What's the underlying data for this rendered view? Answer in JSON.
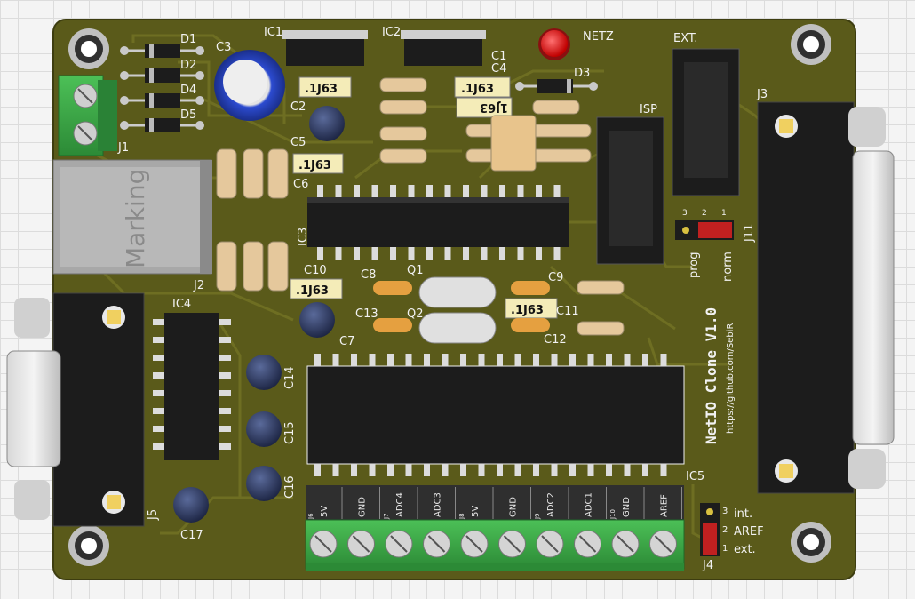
{
  "board": {
    "title": "NetIO Clone V1.0",
    "url": "https://github.com/SebiR",
    "colors": {
      "pcb": "#59591a",
      "pcb_edge": "#3f3f12",
      "trace": "#6b6b22",
      "silk": "#f2f2f2",
      "pad": "#c9c9c9",
      "ic_body": "#1b1b1b",
      "terminal": "#3faa4a",
      "resistor": "#e3c79c",
      "electrolytic": "#303a5a",
      "c3_body": "#2a45c0",
      "led": "#e01010",
      "crystal": "#dcdcdc"
    }
  },
  "designators": {
    "ic1": "IC1",
    "ic2": "IC2",
    "ic3": "IC3",
    "ic4": "IC4",
    "ic5": "IC5",
    "d1": "D1",
    "d2": "D2",
    "d3": "D3",
    "d4": "D4",
    "d5": "D5",
    "c1": "C1",
    "c2": "C2",
    "c3": "C3",
    "c4": "C4",
    "c5": "C5",
    "c6": "C6",
    "c7": "C7",
    "c8": "C8",
    "c9": "C9",
    "c10": "C10",
    "c11": "C11",
    "c12": "C12",
    "c13": "C13",
    "c14": "C14",
    "c15": "C15",
    "c16": "C16",
    "c17": "C17",
    "q1": "Q1",
    "q2": "Q2",
    "j1": "J1",
    "j2": "J2",
    "j3": "J3",
    "j4": "J4",
    "j5": "J5",
    "j11": "J11",
    "netz": "NETZ",
    "ext": "EXT.",
    "isp": "ISP"
  },
  "cap_values": [
    "1J63",
    ".1J63",
    ".1J63",
    ".1J63",
    ".1J63",
    ".1J63"
  ],
  "rj45_label": "Marking",
  "jumper_j11": {
    "p3": "3",
    "p2": "2",
    "p1": "1",
    "left": "prog",
    "right": "norm"
  },
  "jumper_j4": {
    "p3": "3",
    "p2": "2",
    "p1": "1",
    "top": "int.",
    "mid": "AREF",
    "bottom": "ext."
  },
  "terminal_labels": [
    "5V",
    "GND",
    "ADC4",
    "ADC3",
    "5V",
    "GND",
    "ADC2",
    "ADC1",
    "GND",
    "AREF"
  ],
  "terminal_groups": [
    "J6",
    "J7",
    "J8",
    "J9",
    "J10"
  ]
}
